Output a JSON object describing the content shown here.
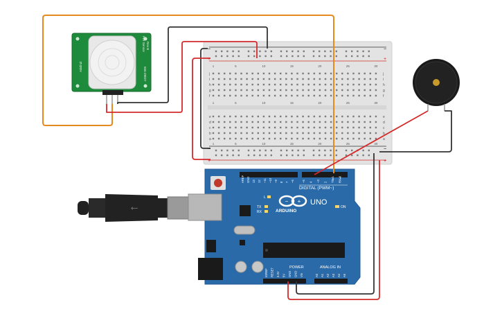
{
  "pir": {
    "label_left": "PIR Sensor",
    "label_sub": "Rev B",
    "label_bottom": "Adafruit",
    "label_right": "555-28027"
  },
  "breadboard": {
    "rail_minus": "−",
    "rail_plus": "+",
    "col_numbers": [
      "1",
      "5",
      "10",
      "15",
      "20",
      "25",
      "30"
    ],
    "row_letters_top": [
      "j",
      "i",
      "h",
      "g",
      "f"
    ],
    "row_letters_bottom": [
      "e",
      "d",
      "c",
      "b",
      "a"
    ]
  },
  "arduino": {
    "brand": "ARDUINO",
    "model": "UNO",
    "digital_label": "DIGITAL (PWM~)",
    "power_label": "POWER",
    "analog_label": "ANALOG IN",
    "on_label": "ON",
    "tx_label": "TX",
    "rx_label": "RX",
    "l_label": "L",
    "digital_pins": [
      "AREF",
      "GND",
      "13",
      "12",
      "~11",
      "~10",
      "~9",
      "8",
      "7",
      "~6",
      "~5",
      "4",
      "~3",
      "2",
      "TX▸1",
      "RX◂0"
    ],
    "power_pins": [
      "IOREF",
      "RESET",
      "3.3V",
      "5V",
      "GND",
      "GND",
      "Vin"
    ],
    "analog_pins": [
      "A0",
      "A1",
      "A2",
      "A3",
      "A4",
      "A5"
    ]
  },
  "colors": {
    "wire_red": "#d42a2a",
    "wire_black": "#333333",
    "wire_orange": "#e68a1e",
    "board_blue": "#2b6aa8",
    "pcb_green": "#1e8a3c"
  }
}
